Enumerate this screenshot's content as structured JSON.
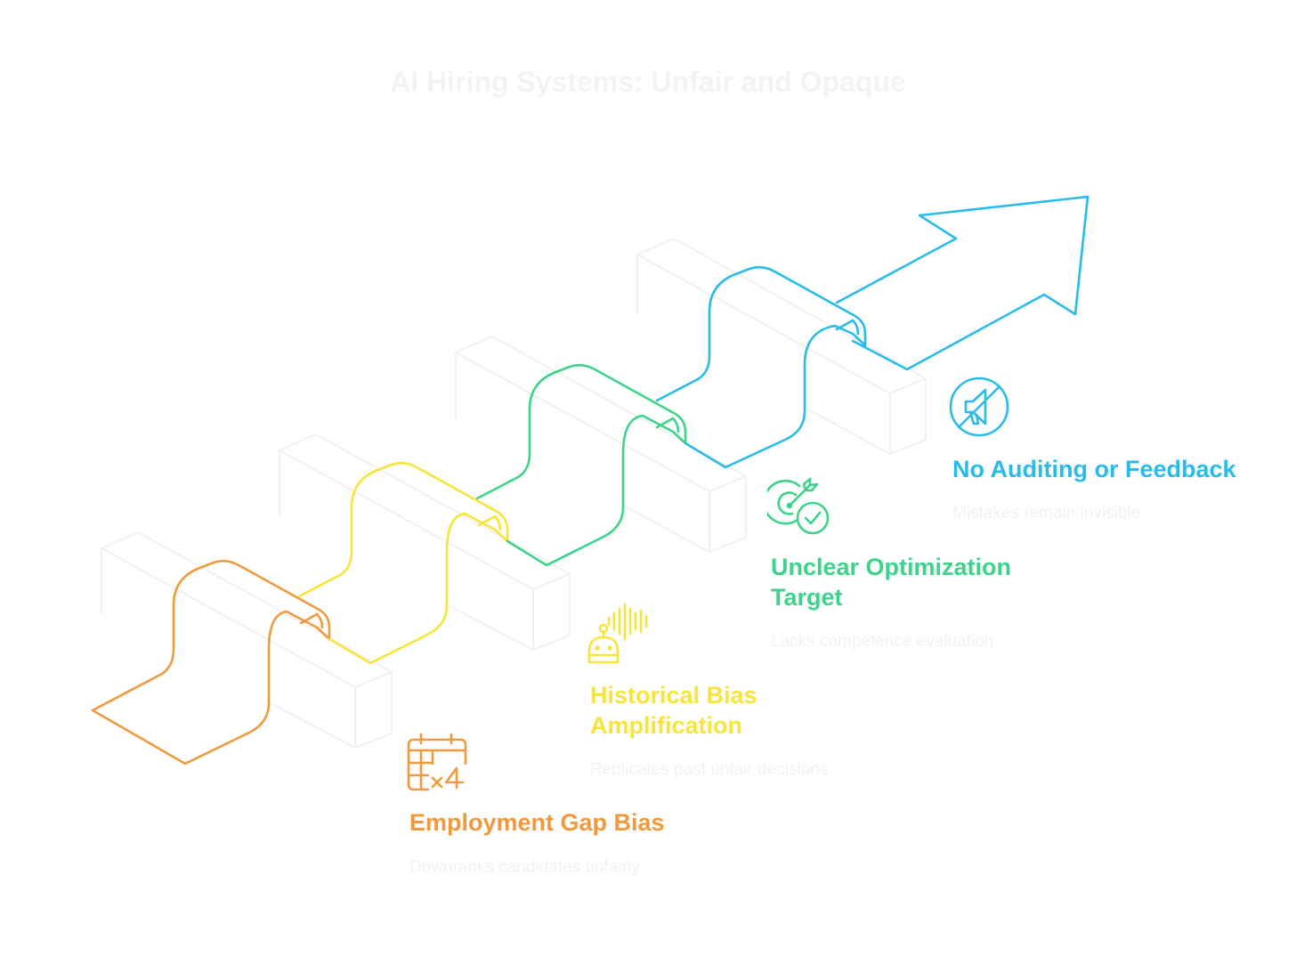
{
  "title": "AI Hiring Systems: Unfair and Opaque",
  "colors": {
    "orange": "#ef9a3c",
    "yellow": "#f7e53b",
    "green": "#3ed38a",
    "blue": "#29bce9",
    "block_outline": "#f1f1f1",
    "faint_text": "#f2f2f2"
  },
  "steps": [
    {
      "label": "Employment Gap Bias",
      "description": "Downranks candidates unfairly",
      "icon": "calendar-x4-icon",
      "color": "#ef9a3c"
    },
    {
      "label": "Historical Bias Amplification",
      "description": "Replicates past unfair decisions",
      "icon": "robot-soundwave-icon",
      "color": "#f7e53b"
    },
    {
      "label": "Unclear Optimization Target",
      "description": "Lacks competence evaluation",
      "icon": "target-check-icon",
      "color": "#3ed38a"
    },
    {
      "label": "No Auditing or Feedback",
      "description": "Mistakes remain invisible",
      "icon": "muted-megaphone-icon",
      "color": "#29bce9"
    }
  ]
}
